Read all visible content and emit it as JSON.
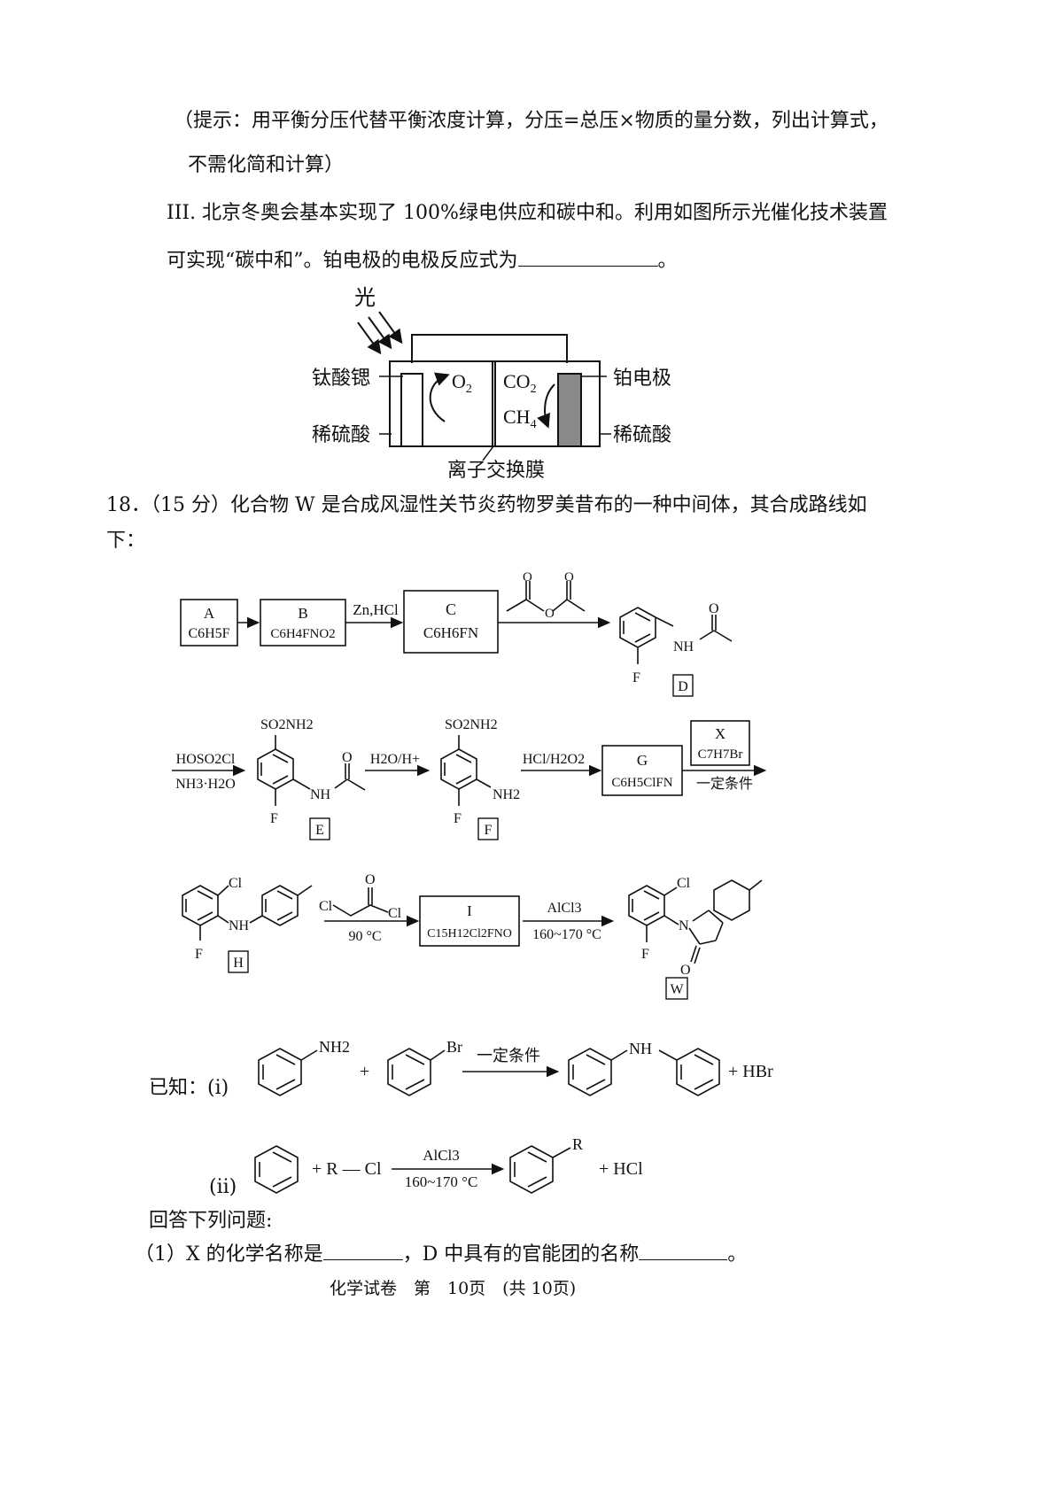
{
  "hint": {
    "line1": "（提示：用平衡分压代替平衡浓度计算，分压=总压×物质的量分数，列出计算式，",
    "line2": "不需化简和计算）"
  },
  "part3": {
    "line1": "III. 北京冬奥会基本实现了 100%绿电供应和碳中和。利用如图所示光催化技术装置",
    "line2_before": "可实现“碳中和”。铂电极的电极反应式为",
    "line2_after": "。"
  },
  "device": {
    "light": "光",
    "left_electrode": "钛酸锶",
    "left_solution": "稀硫酸",
    "right_electrode": "铂电极",
    "right_solution": "稀硫酸",
    "membrane": "离子交换膜",
    "o2": "O",
    "o2_sub": "2",
    "co2": "CO",
    "co2_sub": "2",
    "ch4": "CH",
    "ch4_sub": "4"
  },
  "q18": {
    "line1": "18．（15 分）化合物 W 是合成风湿性关节炎药物罗美昔布的一种中间体，其合成路线如",
    "line2": "下："
  },
  "route": {
    "A_label": "A",
    "A_formula": "C6H5F",
    "B_label": "B",
    "B_formula": "C6H4FNO2",
    "reagent_BC": "Zn,HCl",
    "C_label": "C",
    "C_formula": "C6H6FN",
    "D_label": "D",
    "D_nh": "NH",
    "D_o": "O",
    "D_f": "F",
    "reagent_DE_1": "HOSO2Cl",
    "reagent_DE_2": "NH3·H2O",
    "E_label": "E",
    "E_so2nh2": "SO2NH2",
    "E_nh": "NH",
    "E_o": "O",
    "E_f": "F",
    "reagent_EF": "H2O/H+",
    "F_label": "F",
    "F_so2nh2": "SO2NH2",
    "F_nh2": "NH2",
    "F_f": "F",
    "reagent_FG": "HCl/H2O2",
    "G_label": "G",
    "G_formula": "C6H5ClFN",
    "X_label": "X",
    "X_formula": "C7H7Br",
    "cond_GH": "一定条件",
    "H_label": "H",
    "H_cl": "Cl",
    "H_nh": "NH",
    "H_f": "F",
    "reagent_HI_cl1": "Cl",
    "reagent_HI_cl2": "Cl",
    "reagent_HI_o": "O",
    "reagent_HI_temp": "90 °C",
    "I_label": "I",
    "I_formula": "C15H12Cl2FNO",
    "reagent_IW_1": "AlCl3",
    "reagent_IW_2": "160~170 °C",
    "W_label": "W",
    "W_cl": "Cl",
    "W_n": "N",
    "W_o": "O",
    "W_f": "F"
  },
  "known": {
    "intro": "已知：(ⅰ)",
    "i_nh2": "NH2",
    "i_br": "Br",
    "i_plus": "+",
    "i_cond": "一定条件",
    "i_nh": "NH",
    "i_product": "+ HBr",
    "ii_label": "(ⅱ)",
    "ii_rcl": "+ R — Cl",
    "ii_cond1": "AlCl3",
    "ii_cond2": "160~170 °C",
    "ii_r": "R",
    "ii_product": "+ HCl"
  },
  "answer_intro": "回答下列问题:",
  "q1": {
    "before": "（1）X 的化学名称是",
    "middle": "，D 中具有的官能团的名称",
    "after": "。"
  },
  "footer": "化学试卷　第　10页　(共 10页)"
}
